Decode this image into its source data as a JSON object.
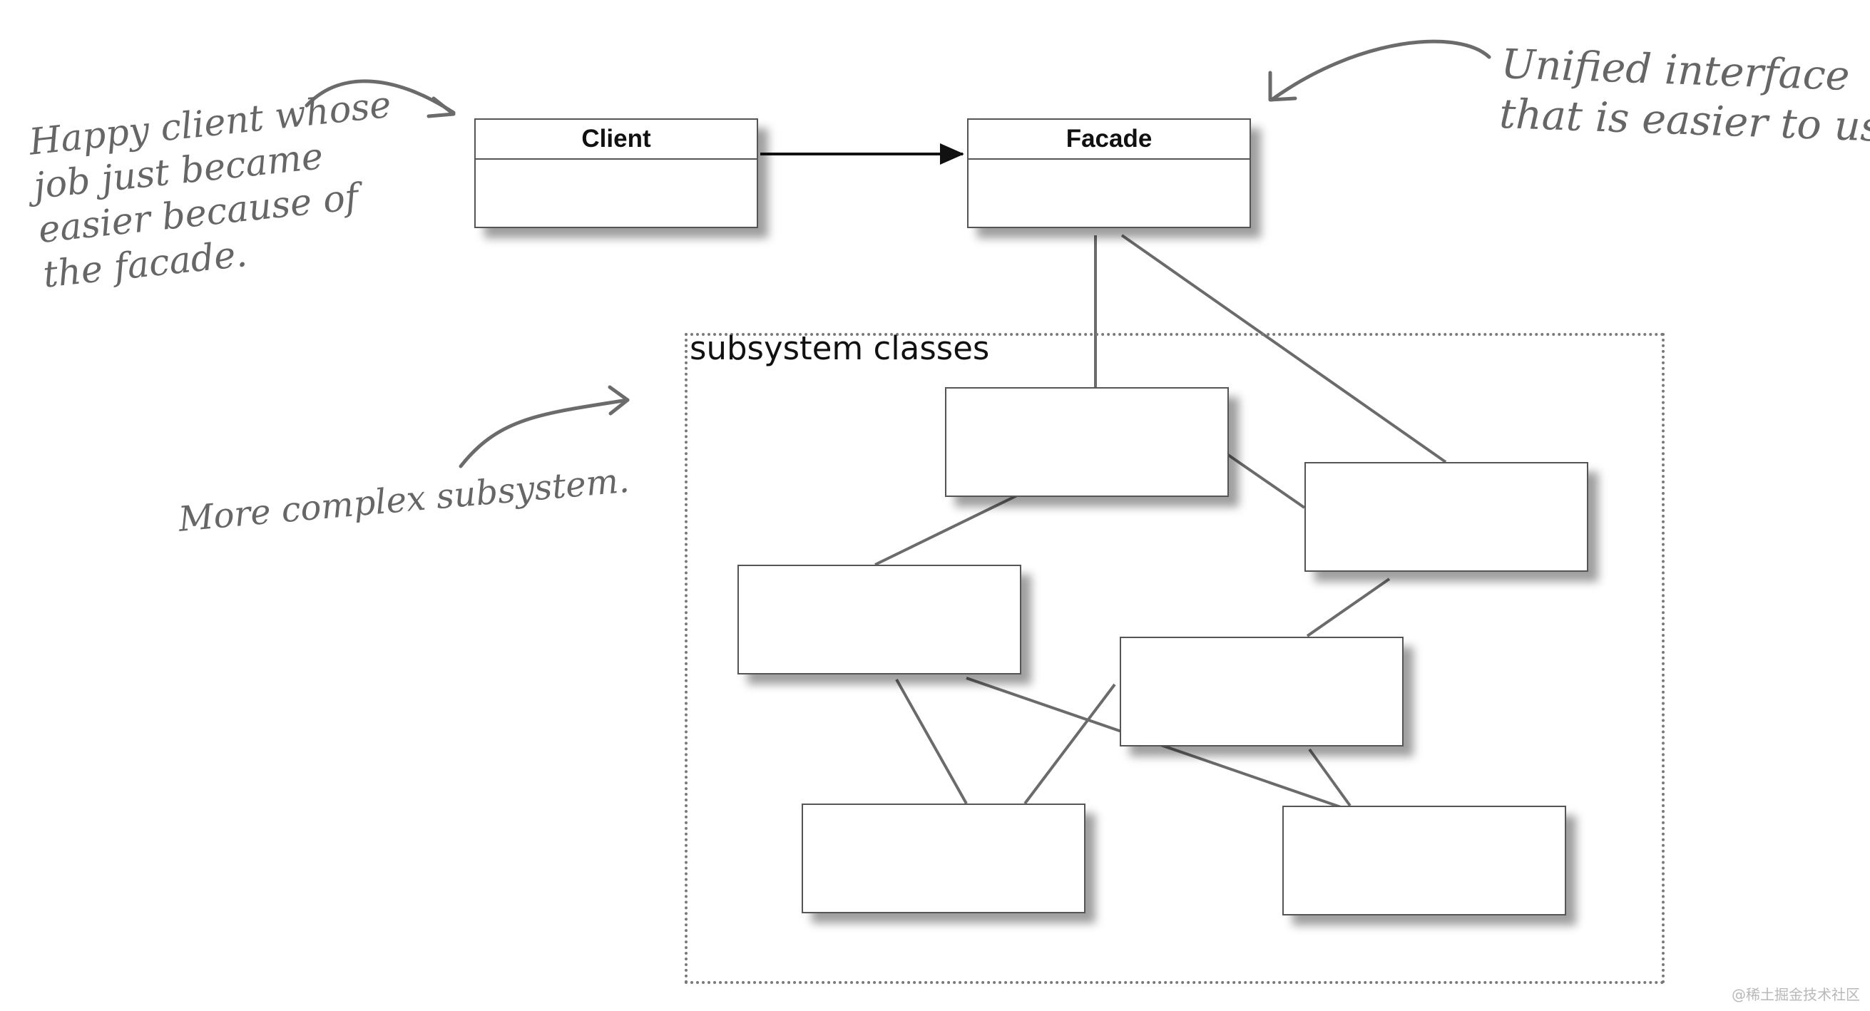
{
  "diagram": {
    "client": {
      "title": "Client"
    },
    "facade": {
      "title": "Facade"
    },
    "subsystem": {
      "label": "subsystem classes"
    }
  },
  "annotations": {
    "happy_client": "Happy client whose\njob just became\neasier because of\nthe facade.",
    "unified_interface": "Unified interface\nthat is easier to use.",
    "complex_subsystem": "More complex subsystem."
  },
  "watermark": "@稀土掘金技术社区",
  "colors": {
    "line": "#6b6b6b",
    "arrow": "#111111",
    "border": "#555555",
    "note": "#666666"
  }
}
